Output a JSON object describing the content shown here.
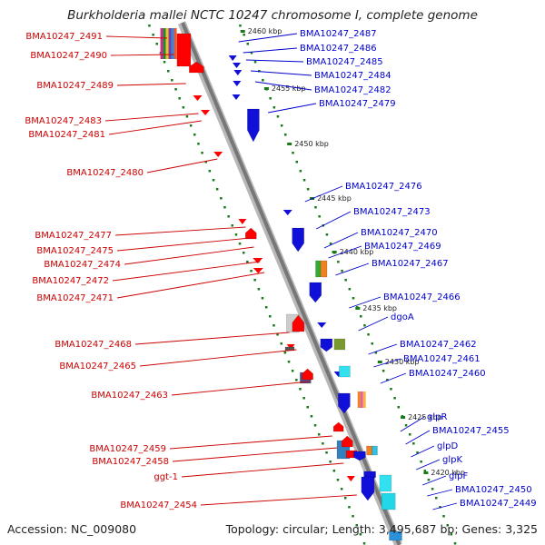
{
  "title": "Burkholderia mallei NCTC 10247 chromosome I, complete genome",
  "accession": "Accession: NC_009080",
  "summary": "Topology: circular; Length: 3,495,687 bp; Genes: 3,325",
  "colors": {
    "forward": "#ff0000",
    "reverse": "#1010d8",
    "forward_label": "#cc0000",
    "reverse_label": "#0000cc",
    "backbone": "#777777",
    "ticks": "#1a7a1a"
  },
  "kbp_marks": [
    "2460 kbp",
    "2455 kbp",
    "2450 kbp",
    "2445 kbp",
    "2440 kbp",
    "2435 kbp",
    "2430 kbp",
    "2425 kbp",
    "2420 kbp"
  ],
  "left_labels": [
    "BMA10247_2491",
    "BMA10247_2490",
    "BMA10247_2489",
    "BMA10247_2483",
    "BMA10247_2481",
    "BMA10247_2480",
    "BMA10247_2477",
    "BMA10247_2475",
    "BMA10247_2474",
    "BMA10247_2472",
    "BMA10247_2471",
    "BMA10247_2468",
    "BMA10247_2465",
    "BMA10247_2463",
    "BMA10247_2459",
    "BMA10247_2458",
    "ggt-1",
    "BMA10247_2454"
  ],
  "right_labels": [
    "BMA10247_2487",
    "BMA10247_2486",
    "BMA10247_2485",
    "BMA10247_2484",
    "BMA10247_2482",
    "BMA10247_2479",
    "BMA10247_2476",
    "BMA10247_2473",
    "BMA10247_2470",
    "BMA10247_2469",
    "BMA10247_2467",
    "BMA10247_2466",
    "dgoA",
    "BMA10247_2462",
    "BMA10247_2461",
    "BMA10247_2460",
    "glpR",
    "BMA10247_2455",
    "glpD",
    "glpK",
    "glpF",
    "BMA10247_2450",
    "BMA10247_2449"
  ]
}
